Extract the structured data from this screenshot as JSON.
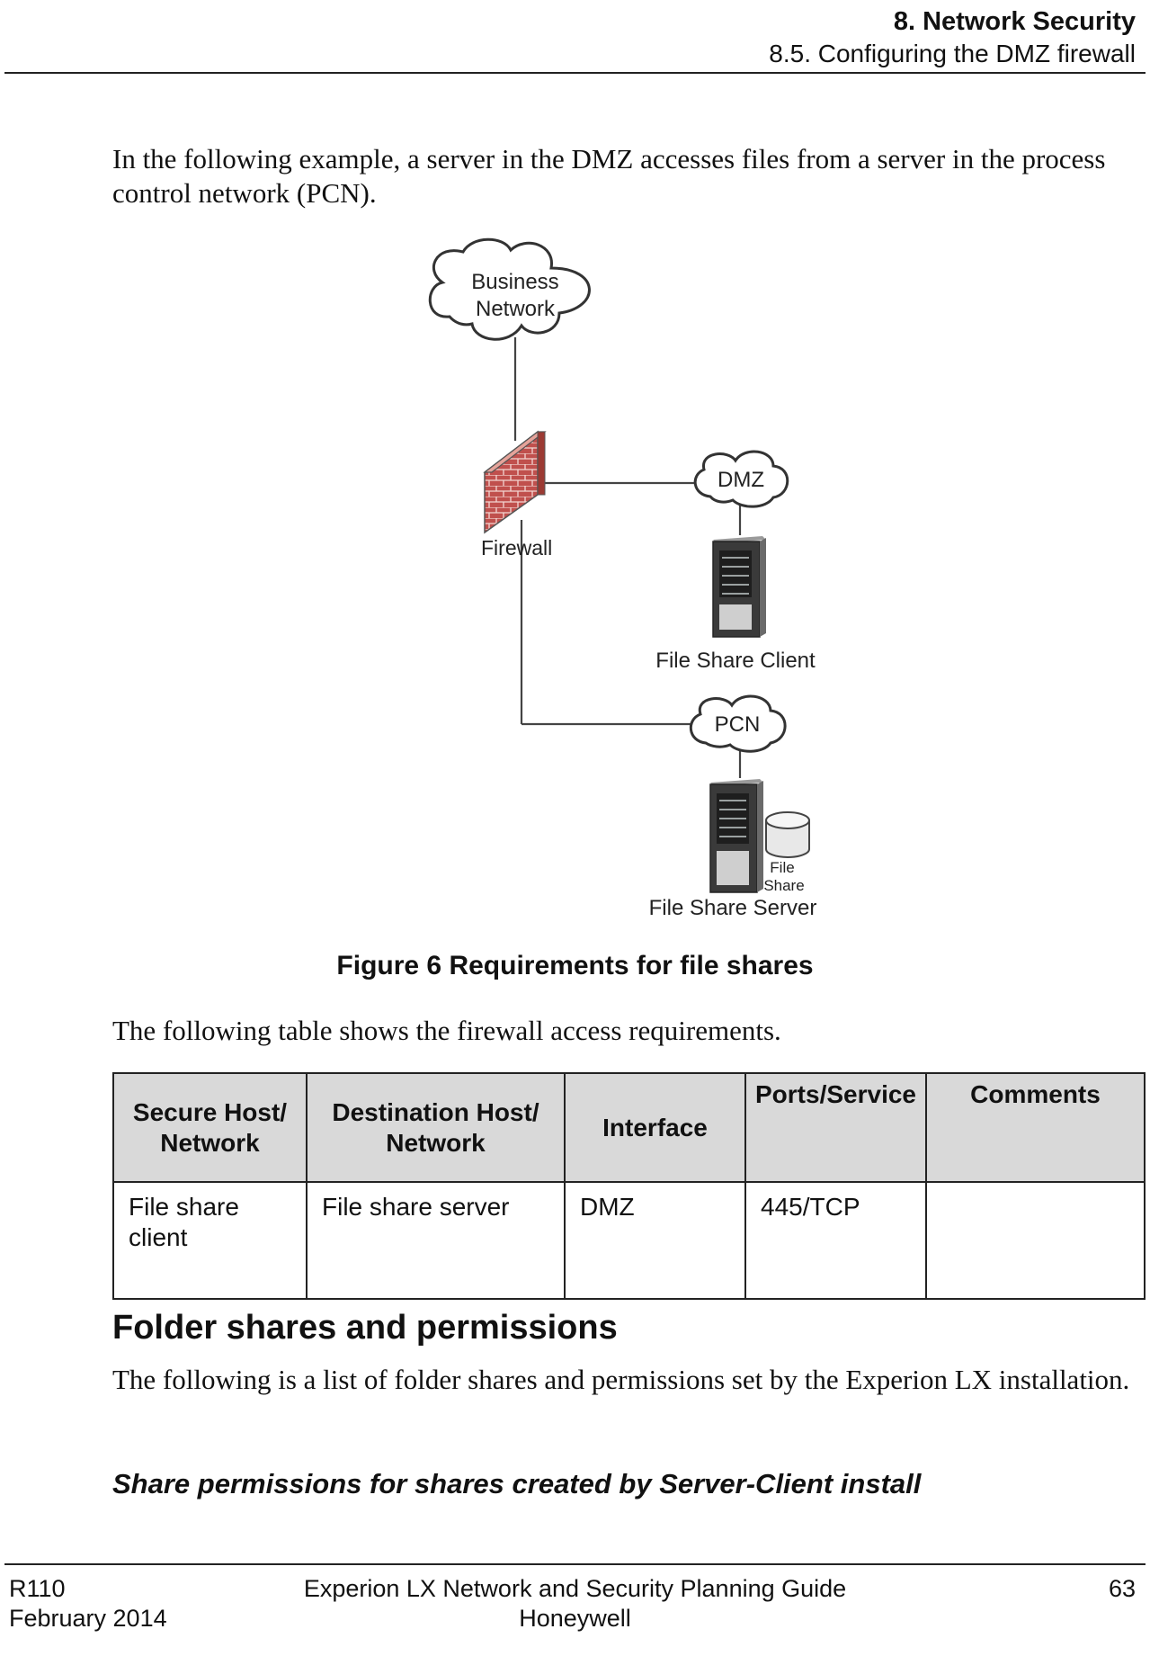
{
  "header": {
    "chapter": "8. Network Security",
    "section": "8.5. Configuring the DMZ firewall"
  },
  "intro_paragraph": "In the following example, a server in the DMZ accesses files from a server in the process control network (PCN).",
  "diagram": {
    "business_network_line1": "Business",
    "business_network_line2": "Network",
    "firewall_label": "Firewall",
    "dmz_label": "DMZ",
    "file_share_client_label": "File Share Client",
    "pcn_label": "PCN",
    "file_share_storage_line1": "File",
    "file_share_storage_line2": "Share",
    "file_share_server_label": "File Share Server"
  },
  "figure_caption": "Figure 6 Requirements for file shares",
  "table_intro": "The following table shows the firewall access requirements.",
  "table": {
    "headers": {
      "secure_host": "Secure Host/ Network",
      "destination_host": "Destination Host/ Network",
      "interface": "Interface",
      "ports_service": "Ports/Service",
      "comments": "Comments"
    },
    "rows": [
      {
        "secure_host": "File share client",
        "destination_host": "File share server",
        "interface": "DMZ",
        "ports_service": "445/TCP",
        "comments": ""
      }
    ]
  },
  "folder_heading": "Folder shares and permissions",
  "folder_paragraph": "The following is a list of folder shares and permissions set by the Experion LX installation.",
  "share_heading": "Share permissions for shares created by Server-Client install",
  "footer": {
    "release": "R110",
    "date": "February 2014",
    "doc_title": "Experion LX Network and Security Planning Guide",
    "company": "Honeywell",
    "page_number": "63"
  }
}
